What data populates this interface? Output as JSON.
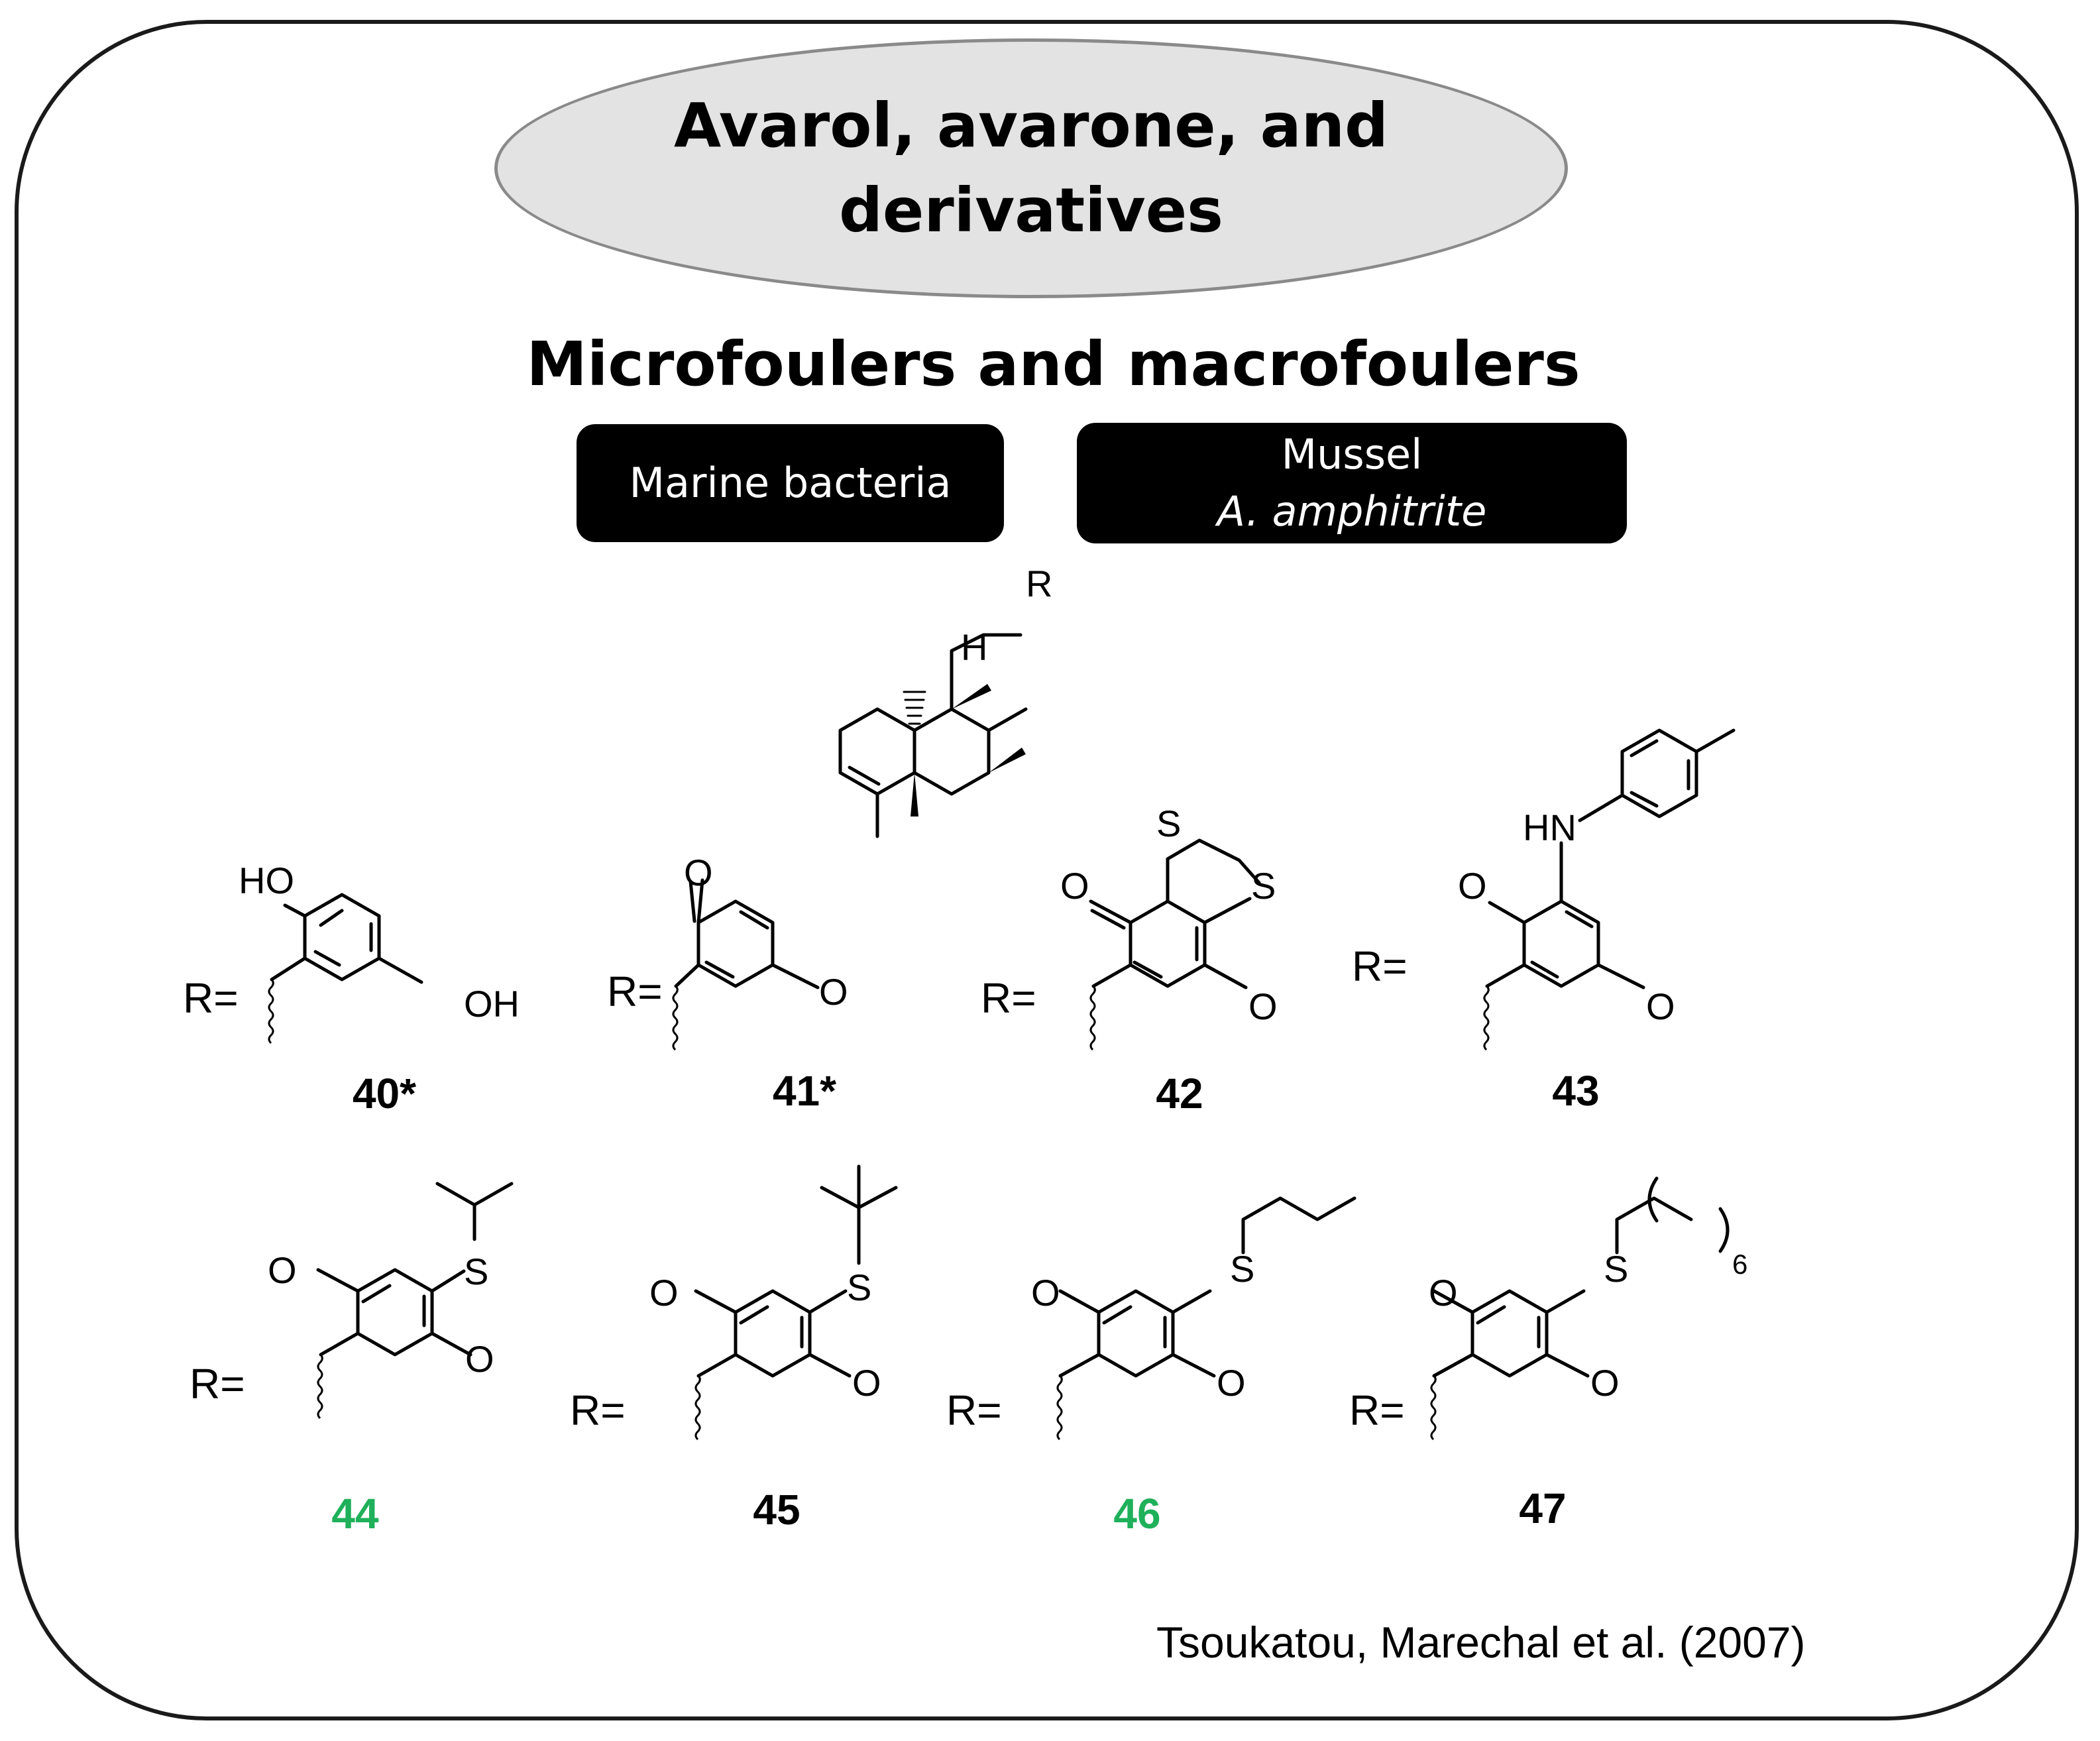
{
  "title": {
    "line1": "Avarol, avarone, and",
    "line2": "derivatives"
  },
  "subtitle": "Microfoulers and macrofoulers",
  "targets": {
    "bacteria": "Marine bacteria",
    "mussel_line1": "Mussel",
    "mussel_line2": "A. amphitrite"
  },
  "scaffold": {
    "r_label": "R",
    "h_label": "H"
  },
  "atoms": {
    "r_eq": "R=",
    "ho": "HO",
    "oh": "OH",
    "o": "O",
    "s": "S",
    "hn": "HN",
    "six": "6"
  },
  "compounds": [
    {
      "label": "40*",
      "color": "#000000"
    },
    {
      "label": "41*",
      "color": "#000000"
    },
    {
      "label": "42",
      "color": "#000000"
    },
    {
      "label": "43",
      "color": "#000000"
    },
    {
      "label": "44",
      "color": "#1fb05a"
    },
    {
      "label": "45",
      "color": "#000000"
    },
    {
      "label": "46",
      "color": "#1fb05a"
    },
    {
      "label": "47",
      "color": "#000000"
    }
  ],
  "citation": "Tsoukatou, Marechal et al. (2007)"
}
